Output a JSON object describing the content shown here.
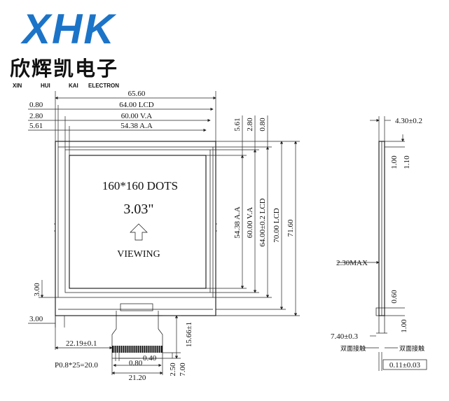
{
  "logo": {
    "mark": "XHK",
    "chinese": "欣辉凯电子",
    "pinyin": [
      "XIN",
      "HUI",
      "KAI",
      "ELECTRON"
    ]
  },
  "lcd": {
    "dots": "160*160 DOTS",
    "size": "3.03\"",
    "viewing": "VIEWING"
  },
  "dims": {
    "d_65_60": "65.60",
    "d_0_80": "0.80",
    "d_64_lcd": "64.00 LCD",
    "d_2_80": "2.80",
    "d_60_va": "60.00 V.A",
    "d_5_61": "5.61",
    "d_54_aa": "54.38 A.A",
    "r_5_61": "5.61",
    "r_2_80": "2.80",
    "r_0_80": "0.80",
    "v_54_aa": "54.38 A.A",
    "v_60_va": "60.00 V.A",
    "v_64_lcd": "64.00±0.2 LCD",
    "v_70_lcd": "70.00 LCD",
    "v_71_60": "71.60",
    "l_3_00a": "3.00",
    "l_3_00b": "3.00",
    "fpc_22": "22.19±0.1",
    "fpc_15": "15.66±1",
    "fpc_040": "0.40",
    "fpc_pitch": "P0.8*25=20.0",
    "fpc_080": "0.80",
    "fpc_2120": "21.20",
    "fpc_250": "2.50",
    "fpc_700": "7.00",
    "s_430": "4.30±0.2",
    "s_100a": "1.00",
    "s_110": "1.10",
    "s_230": "2.30MAX",
    "s_060": "0.60",
    "s_100b": "1.00",
    "s_740": "7.40±0.3",
    "s_tape_a": "双面接触",
    "s_tape_b": "双面接触",
    "s_011": "0.11±0.03"
  }
}
